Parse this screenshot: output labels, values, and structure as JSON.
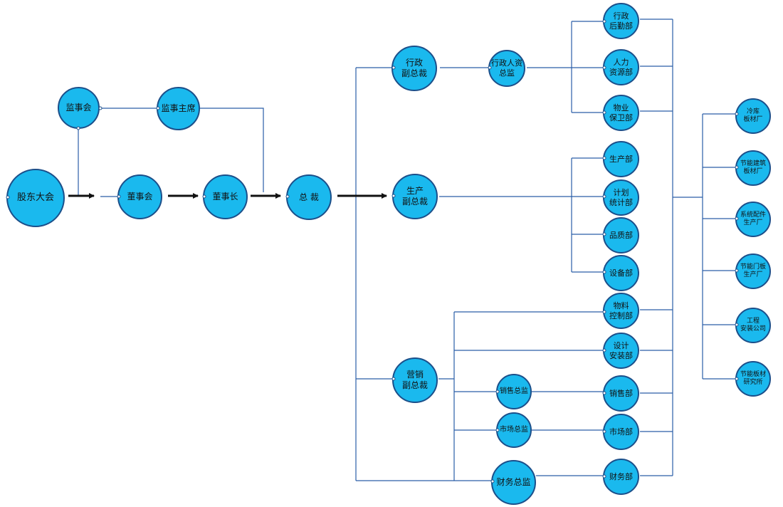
{
  "colors": {
    "node_fill": "#1ab9ee",
    "node_border": "#1b4f8a",
    "line": "#2a5ea8",
    "arrow": "#111111"
  },
  "nodes": {
    "shareholders": {
      "label": "股东大会"
    },
    "supervisory_board": {
      "label": "监事会"
    },
    "supervisory_chair": {
      "label": "监事主席"
    },
    "board": {
      "label": "董事会"
    },
    "chairman": {
      "label": "董事长"
    },
    "president": {
      "label": "总  裁"
    },
    "vp_admin": {
      "label": "行政\n副总裁"
    },
    "vp_production": {
      "label": "生产\n副总裁"
    },
    "vp_marketing": {
      "label": "营销\n副总裁"
    },
    "hr_director": {
      "label": "行政人资\n总监"
    },
    "sales_director": {
      "label": "销售总监"
    },
    "market_director": {
      "label": "市场总监"
    },
    "finance_director": {
      "label": "财务总监"
    },
    "dept_admin": {
      "label": "行政\n后勤部"
    },
    "dept_hr": {
      "label": "人力\n资源部"
    },
    "dept_security": {
      "label": "物业\n保卫部"
    },
    "dept_production": {
      "label": "生产部"
    },
    "dept_planning": {
      "label": "计划\n统计部"
    },
    "dept_quality": {
      "label": "品质部"
    },
    "dept_equipment": {
      "label": "设备部"
    },
    "dept_materials": {
      "label": "物料\n控制部"
    },
    "dept_design": {
      "label": "设计\n安装部"
    },
    "dept_sales": {
      "label": "销售部"
    },
    "dept_market": {
      "label": "市场部"
    },
    "dept_finance": {
      "label": "财务部"
    },
    "plant_cold": {
      "label": "冷库\n板材厂"
    },
    "plant_building": {
      "label": "节能建筑\n板材厂"
    },
    "plant_parts": {
      "label": "系统配件\n生产厂"
    },
    "plant_door": {
      "label": "节能门板\n生产厂"
    },
    "eng_install": {
      "label": "工程\n安装公司"
    },
    "research": {
      "label": "节能板材\n研究所"
    }
  }
}
